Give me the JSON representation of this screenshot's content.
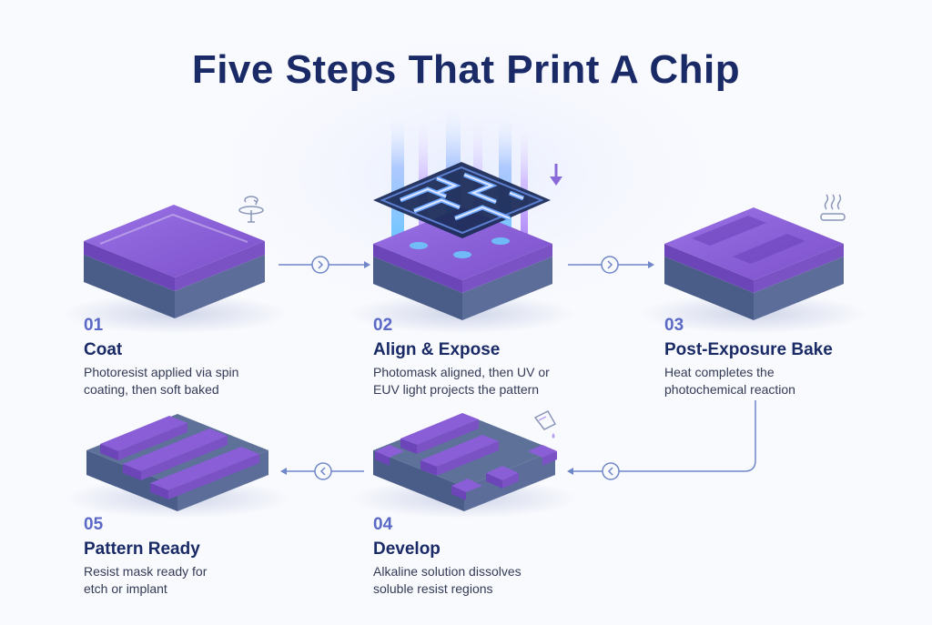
{
  "title": "Five Steps That Print A Chip",
  "steps": [
    {
      "num": "01",
      "title": "Coat",
      "desc_lines": [
        "Photoresist applied via spin",
        "coating, then soft baked"
      ],
      "icon": "spin-coater-icon"
    },
    {
      "num": "02",
      "title": "Align & Expose",
      "desc_lines": [
        "Photomask aligned, then UV or",
        "EUV light projects the pattern"
      ],
      "icon": "down-arrow-icon"
    },
    {
      "num": "03",
      "title": "Post-Exposure Bake",
      "desc_lines": [
        "Heat completes the",
        "photochemical reaction"
      ],
      "icon": "heat-plate-icon"
    },
    {
      "num": "04",
      "title": "Develop",
      "desc_lines": [
        "Alkaline solution dissolves",
        "soluble resist regions"
      ],
      "icon": "pouring-beaker-icon"
    },
    {
      "num": "05",
      "title": "Pattern Ready",
      "desc_lines": [
        "Resist mask ready for",
        "etch or implant"
      ],
      "icon": null
    }
  ],
  "colors": {
    "title": "#1a2a66",
    "step_number": "#5a68c6",
    "resist_top": "#8a5ed6",
    "resist_side": "#6c46b8",
    "substrate_side": "#4a5c88",
    "substrate_top": "#5e7299",
    "connector": "#6f86c8",
    "light_beam": "#6a9cf5"
  }
}
